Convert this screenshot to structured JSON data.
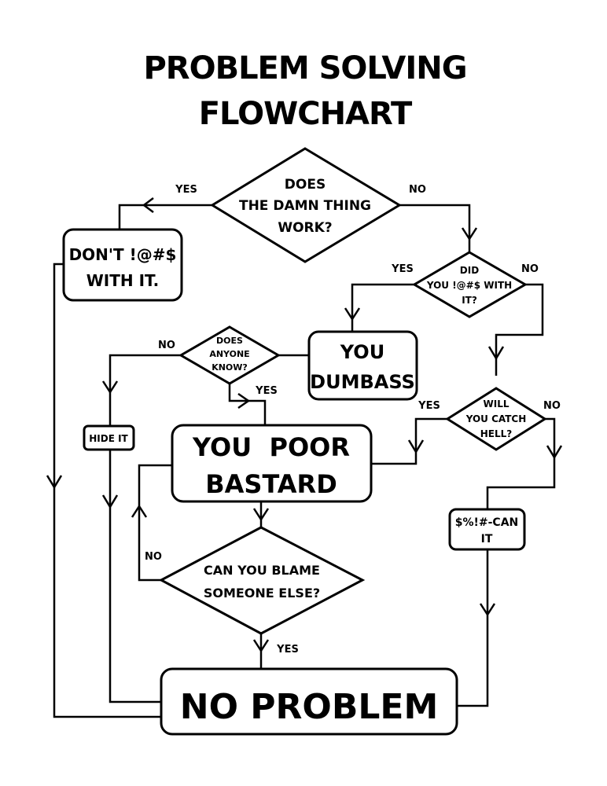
{
  "title": {
    "line1": "PROBLEM SOLVING",
    "line2": "FLOWCHART"
  },
  "nodes": {
    "does_it_work": {
      "shape": "diamond",
      "lines": [
        "DOES",
        "THE DAMN THING",
        "WORK?"
      ]
    },
    "dont_touch": {
      "shape": "box",
      "lines": [
        "DON'T !@#$",
        "WITH IT."
      ]
    },
    "did_you": {
      "shape": "diamond",
      "lines": [
        "DID",
        "YOU !@#$ WITH",
        "IT?"
      ]
    },
    "you_dumbass": {
      "shape": "box",
      "lines": [
        "YOU",
        "DUMBASS"
      ]
    },
    "anyone_know": {
      "shape": "diamond",
      "lines": [
        "DOES",
        "ANYONE",
        "KNOW?"
      ]
    },
    "will_you_catch": {
      "shape": "diamond",
      "lines": [
        "WILL",
        "YOU CATCH",
        "HELL?"
      ]
    },
    "hide_it": {
      "shape": "box",
      "lines": [
        "HIDE IT"
      ]
    },
    "you_poor_bastard": {
      "shape": "box",
      "lines": [
        "YOU  POOR",
        "BASTARD"
      ]
    },
    "can_it": {
      "shape": "box",
      "lines": [
        "$%!#-CAN",
        "IT"
      ]
    },
    "blame_someone": {
      "shape": "diamond",
      "lines": [
        "CAN YOU BLAME",
        "SOMEONE ELSE?"
      ]
    },
    "no_problem": {
      "shape": "box",
      "lines": [
        "NO PROBLEM"
      ]
    }
  },
  "edge_labels": {
    "work_yes": "YES",
    "work_no": "NO",
    "did_yes": "YES",
    "did_no": "NO",
    "know_no": "NO",
    "know_yes": "YES",
    "hell_yes": "YES",
    "hell_no": "NO",
    "blame_no": "NO",
    "blame_yes": "YES"
  }
}
